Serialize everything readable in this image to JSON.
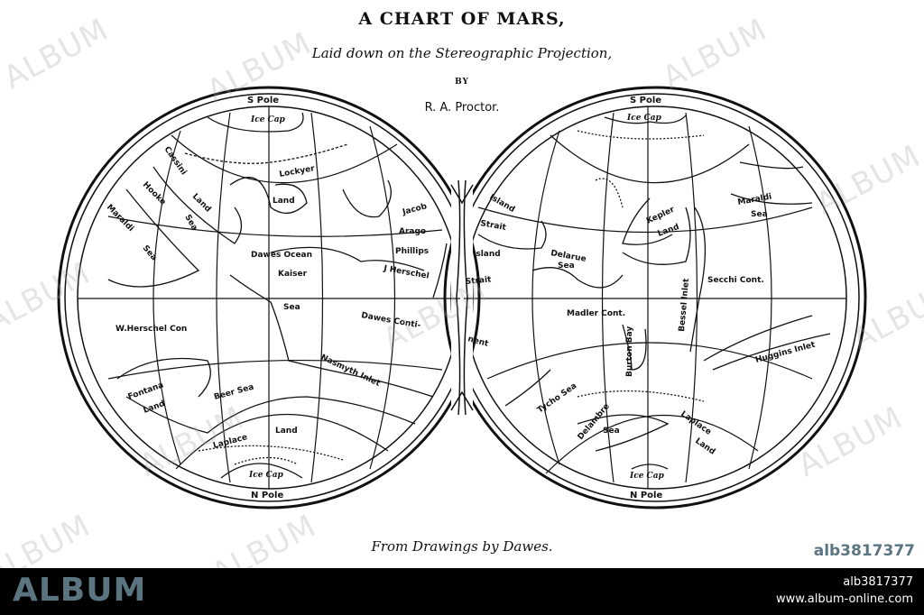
{
  "header": {
    "title": "A CHART OF MARS,",
    "subtitle": "Laid down on the Stereographic Projection,",
    "by": "BY",
    "author": "R. A. Proctor."
  },
  "caption": "From Drawings by Dawes.",
  "hemispheres": {
    "left": {
      "top_pole": "S Pole",
      "bottom_pole": "N Pole",
      "labels": {
        "ice_cap_top": "Ice Cap",
        "ice_cap_bottom": "Ice Cap",
        "cassini": "Cassini",
        "lockyer": "Lockyer",
        "land1": "Land",
        "land2": "Land",
        "hooke": "Hooke",
        "sea_hooke": "Sea",
        "jacob": "Jacob",
        "arago": "Arago",
        "maraldi": "Maraldi",
        "sea_maraldi": "Sea",
        "dawes_ocean": "Dawes Ocean",
        "phillips": "Phillips",
        "kaiser": "Kaiser",
        "j_herschel": "J Herschel",
        "sea_small": "Sea",
        "w_herschel": "W.Herschel Con",
        "dawes_conti": "Dawes Conti-",
        "nasmyth_inlet": "Nasmyth Inlet",
        "fontana": "Fontana",
        "fontana_land": "Land",
        "beer_sea": "Beer Sea",
        "laplace": "Laplace",
        "laplace_land": "Land"
      }
    },
    "right": {
      "top_pole": "S Pole",
      "bottom_pole": "N Pole",
      "labels": {
        "ice_cap_top": "Ice Cap",
        "ice_cap_bottom": "Ice Cap",
        "island1": "Island",
        "strait1": "Strait",
        "island2": "Island",
        "strait2": "Strait",
        "delarue": "Delarue",
        "delarue_sea": "Sea",
        "kepler": "Kepler",
        "kepler_land": "Land",
        "maraldi": "Maraldi",
        "maraldi_sea": "Sea",
        "secchi": "Secchi Cont.",
        "nent": "nent",
        "madler": "Madler Cont.",
        "bessel_inlet": "Bessel Inlet",
        "burton": "Burton Bay",
        "huggins_inlet": "Huggins Inlet",
        "tycho_sea": "Tycho Sea",
        "delambre": "Delambre",
        "delambre_sea": "Sea",
        "laplace": "Laplace",
        "laplace_land": "Land"
      }
    }
  },
  "watermark": {
    "text": "ALBUM",
    "image_id": "alb3817377"
  },
  "footer_bar": {
    "logo": "ALBUM",
    "image_id": "alb3817377",
    "url": "www.album-online.com",
    "logo_color": "#5a7580",
    "background": "#000000"
  }
}
